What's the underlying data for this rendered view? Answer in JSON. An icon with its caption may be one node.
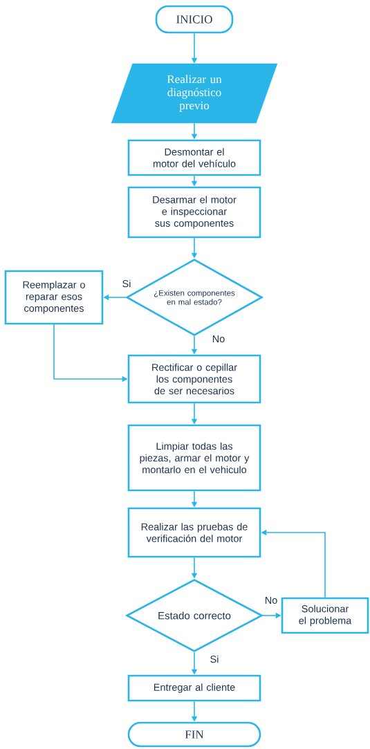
{
  "diagram": {
    "nodes": [
      {
        "text": [
          "INICIO"
        ]
      },
      {
        "text": [
          "Realizar un diagnóstico previo"
        ]
      },
      {
        "text": [
          "Desmontar el motor del vehículo"
        ]
      },
      {
        "text": [
          "Desarmar el motor e inspeccionar sus componentes"
        ]
      },
      {
        "text": [
          "¿Existen componentes en mal estado?"
        ]
      },
      {
        "text": [
          "Reemplazar o reparar esos componentes"
        ]
      },
      {
        "text": [
          "Rectificar o cepillar los componentes de ser necesarios"
        ]
      },
      {
        "text": [
          "Limpiar todas las piezas, armar el motor y montarlo en el vehiculo"
        ]
      },
      {
        "text": [
          "Realizar las pruebas de verificación del motor"
        ]
      },
      {
        "text": [
          "Estado correcto"
        ]
      },
      {
        "text": [
          "Solucionar el problema"
        ]
      },
      {
        "text": [
          "Entregar al cliente"
        ]
      },
      {
        "text": [
          "FIN"
        ]
      }
    ],
    "edges": [
      {
        "from": 0,
        "to": 1,
        "arrow": "to"
      },
      {
        "from": 1,
        "to": 2,
        "arrow": "to"
      },
      {
        "from": 2,
        "to": 3,
        "arrow": "to"
      },
      {
        "from": 3,
        "to": 4,
        "arrow": "to"
      },
      {
        "from": 4,
        "to": 5,
        "arrow": "to",
        "label": "Si"
      },
      {
        "from": 4,
        "to": 6,
        "arrow": "to",
        "label": "No"
      },
      {
        "from": 5,
        "to": 6,
        "arrow": "to"
      },
      {
        "from": 6,
        "to": 7,
        "arrow": "to"
      },
      {
        "from": 7,
        "to": 8,
        "arrow": "to"
      },
      {
        "from": 8,
        "to": 9,
        "arrow": "to"
      },
      {
        "from": 9,
        "to": 10,
        "arrow": "to",
        "label": "No"
      },
      {
        "from": 10,
        "to": 8,
        "arrow": "to"
      },
      {
        "from": 9,
        "to": 11,
        "arrow": "to",
        "label": "Si"
      },
      {
        "from": 11,
        "to": 12,
        "arrow": "to"
      }
    ]
  }
}
